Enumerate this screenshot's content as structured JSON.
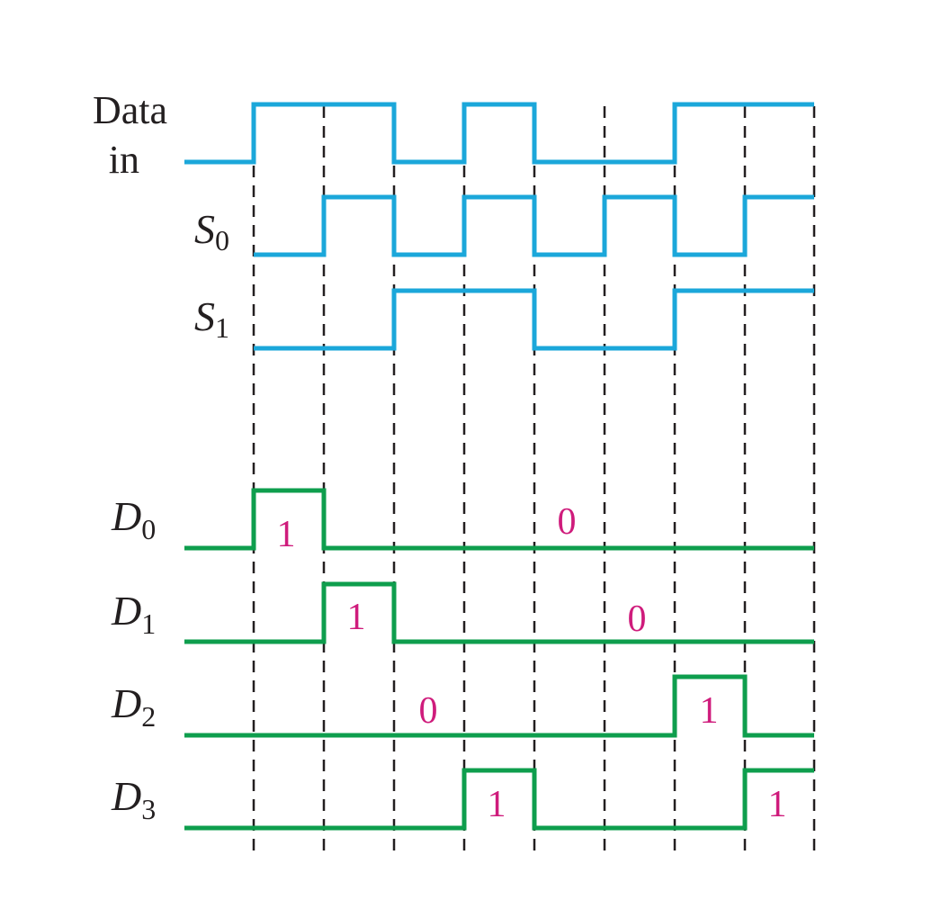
{
  "colors": {
    "input_wave": "#1ba7da",
    "output_wave": "#0e9e4d",
    "bit_label": "#cf1c7c",
    "guide": "#231f20",
    "text": "#231f20"
  },
  "signals": {
    "data_in": {
      "line1": "Data",
      "line2": "in",
      "levels": [
        0,
        1,
        1,
        0,
        1,
        0,
        0,
        1,
        1
      ]
    },
    "s0": {
      "base": "S",
      "sub": "0",
      "levels": [
        0,
        1,
        0,
        1,
        0,
        1,
        0,
        1
      ]
    },
    "s1": {
      "base": "S",
      "sub": "1",
      "levels": [
        0,
        0,
        1,
        1,
        0,
        0,
        1,
        1
      ]
    },
    "d0": {
      "base": "D",
      "sub": "0",
      "levels": [
        0,
        1,
        0,
        0,
        0,
        0,
        0,
        0,
        0
      ],
      "bits": [
        "1",
        "0"
      ]
    },
    "d1": {
      "base": "D",
      "sub": "1",
      "levels": [
        0,
        0,
        1,
        0,
        0,
        0,
        0,
        0,
        0
      ],
      "bits": [
        "1",
        "0"
      ]
    },
    "d2": {
      "base": "D",
      "sub": "2",
      "levels": [
        0,
        0,
        0,
        0,
        0,
        0,
        0,
        1,
        0
      ],
      "bits": [
        "0",
        "1"
      ]
    },
    "d3": {
      "base": "D",
      "sub": "3",
      "levels": [
        0,
        0,
        0,
        0,
        1,
        0,
        0,
        0,
        1
      ],
      "bits": [
        "1",
        "1"
      ]
    }
  }
}
